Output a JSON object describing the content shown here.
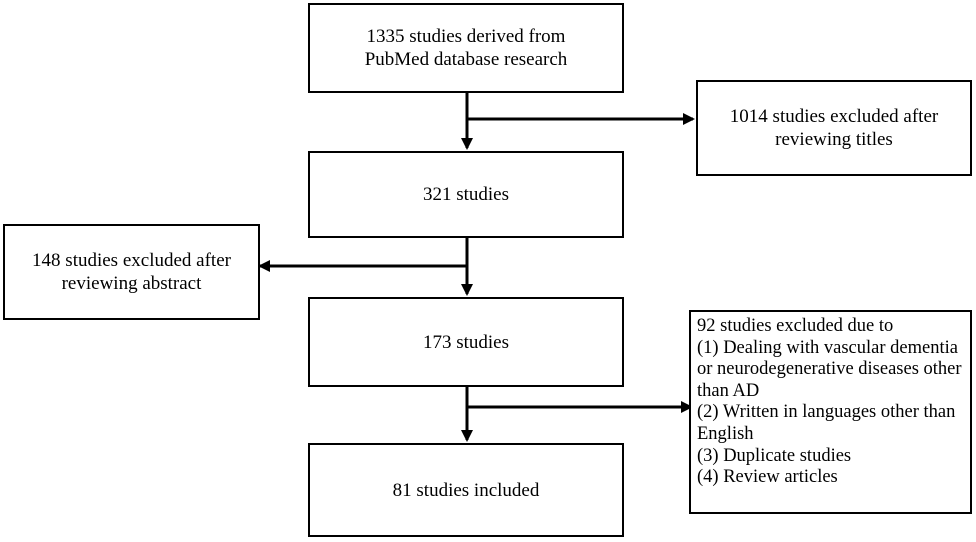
{
  "flow": {
    "main_boxes": [
      {
        "id": "identified",
        "text": "1335 studies  derived from\nPubMed database research"
      },
      {
        "id": "after_titles",
        "text": "321 studies"
      },
      {
        "id": "after_abstract",
        "text": "173 studies"
      },
      {
        "id": "included",
        "text": "81 studies included"
      }
    ],
    "excluded_boxes": [
      {
        "id": "excluded_titles",
        "text": "1014 studies excluded after\nreviewing titles"
      },
      {
        "id": "excluded_abstract",
        "text": "148 studies excluded after\nreviewing abstract"
      },
      {
        "id": "excluded_reasons",
        "lines": [
          "92 studies excluded due to",
          "(1) Dealing with vascular dementia or neurodegenerative diseases other than AD",
          "(2) Written in languages other than English",
          "(3) Duplicate studies",
          "(4) Review articles"
        ]
      }
    ]
  }
}
